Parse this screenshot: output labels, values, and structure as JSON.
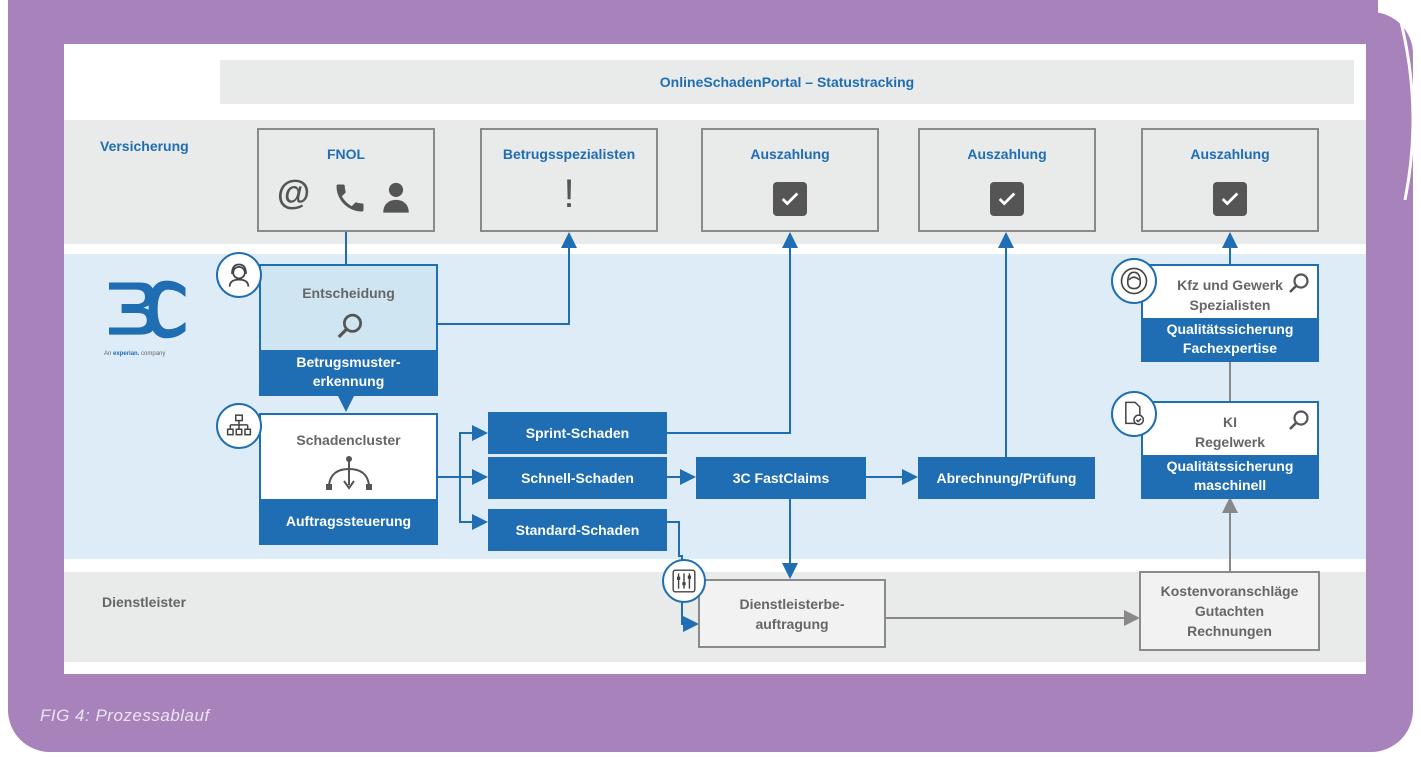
{
  "title": "OnlineSchadenPortal – Statustracking",
  "rows": {
    "versicherung": "Versicherung",
    "dienstleister": "Dienstleister"
  },
  "logo": {
    "name": "3C",
    "tagline_prefix": "An",
    "tagline_brand": "experian.",
    "tagline_suffix": "company"
  },
  "top_boxes": {
    "fnol": "FNOL",
    "betrug": "Betrugsspezialisten",
    "auszahlung_1": "Auszahlung",
    "auszahlung_2": "Auszahlung",
    "auszahlung_3": "Auszahlung",
    "exclamation": "!"
  },
  "entscheidung": {
    "title": "Entscheidung",
    "footer_line1": "Betrugsmuster-",
    "footer_line2": "erkennung"
  },
  "schadencluster": {
    "title": "Schadencluster",
    "footer": "Auftragssteuerung"
  },
  "branches": {
    "sprint": "Sprint-Schaden",
    "schnell": "Schnell-Schaden",
    "standard": "Standard-Schaden"
  },
  "fastclaims": "3C FastClaims",
  "abrechnung": "Abrechnung/Prüfung",
  "kfz": {
    "line1": "Kfz und Gewerk",
    "line2": "Spezialisten",
    "footer_line1": "Qualitätssicherung",
    "footer_line2": "Fachexpertise"
  },
  "ki": {
    "line1": "KI",
    "line2": "Regelwerk",
    "footer_line1": "Qualitätssicherung",
    "footer_line2": "maschinell"
  },
  "dienstleister_box": {
    "line1": "Dienstleisterbe-",
    "line2": "auftragung"
  },
  "kosten": {
    "line1": "Kostenvoranschläge",
    "line2": "Gutachten",
    "line3": "Rechnungen"
  },
  "caption": "FIG 4:  Prozessablauf",
  "colors": {
    "accent": "#1f6db3",
    "frame": "#a882bb",
    "band_grey": "#e9eaea",
    "band_blue": "#ddecf6"
  },
  "icons": [
    "at-icon",
    "phone-icon",
    "person-icon",
    "exclamation-icon",
    "checkbox-icon",
    "magnifier-icon",
    "hierarchy-icon",
    "fork-arrows-icon",
    "agent-avatar-icon",
    "document-check-icon",
    "expert-face-icon",
    "sliders-icon"
  ]
}
